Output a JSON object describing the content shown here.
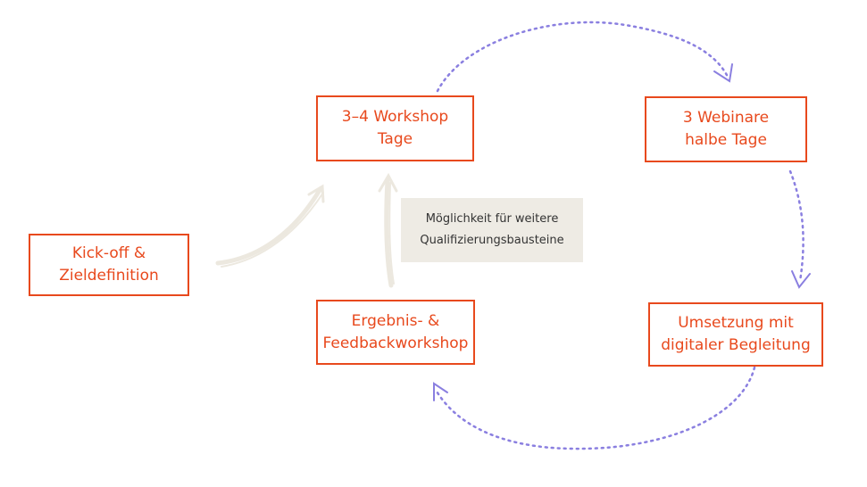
{
  "colors": {
    "box_border": "#e8491d",
    "box_text": "#e8491d",
    "cycle_arrow": "#8a7fe0",
    "sketch_arrow": "#ece8df",
    "note_background": "#eeebe4"
  },
  "nodes": {
    "kickoff": {
      "line1": "Kick-off &",
      "line2": "Zieldefinition"
    },
    "workshop": {
      "line1": "3–4 Workshop",
      "line2": "Tage"
    },
    "webinare": {
      "line1": "3 Webinare",
      "line2": "halbe Tage"
    },
    "umsetzung": {
      "line1": "Umsetzung mit",
      "line2": "digitaler Begleitung"
    },
    "ergebnis": {
      "line1": "Ergebnis- &",
      "line2": "Feedbackworkshop"
    }
  },
  "note": {
    "line1": "Möglichkeit für weitere",
    "line2": "Qualifizierungsbausteine"
  },
  "connectors": {
    "kickoff_to_workshop": "sketch-arrow",
    "ergebnis_to_workshop": "sketch-arrow",
    "workshop_to_webinare": "dotted-arrow",
    "webinare_to_umsetzung": "dotted-arrow",
    "umsetzung_to_ergebnis": "dotted-arrow"
  }
}
